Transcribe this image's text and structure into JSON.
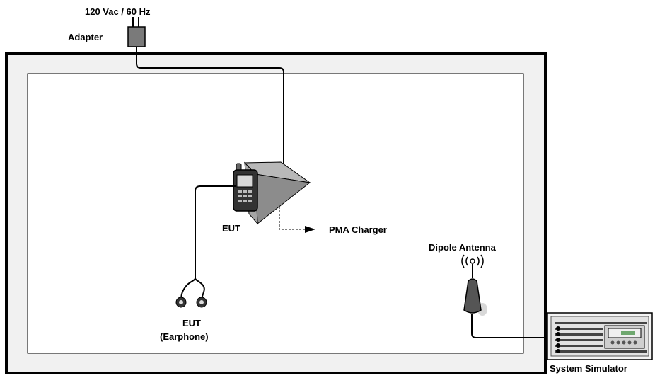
{
  "labels": {
    "power": "120 Vac / 60 Hz",
    "adapter": "Adapter",
    "eut": "EUT",
    "pma_charger": "PMA Charger",
    "dipole_antenna": "Dipole Antenna",
    "earphone_line1": "EUT",
    "earphone_line2": "(Earphone)",
    "system_simulator": "System Simulator"
  },
  "colors": {
    "wire": "#000000",
    "chamber_fill": "#f1f1f1",
    "inner_fill": "#ffffff",
    "device_gray": "#8c8c8c"
  }
}
